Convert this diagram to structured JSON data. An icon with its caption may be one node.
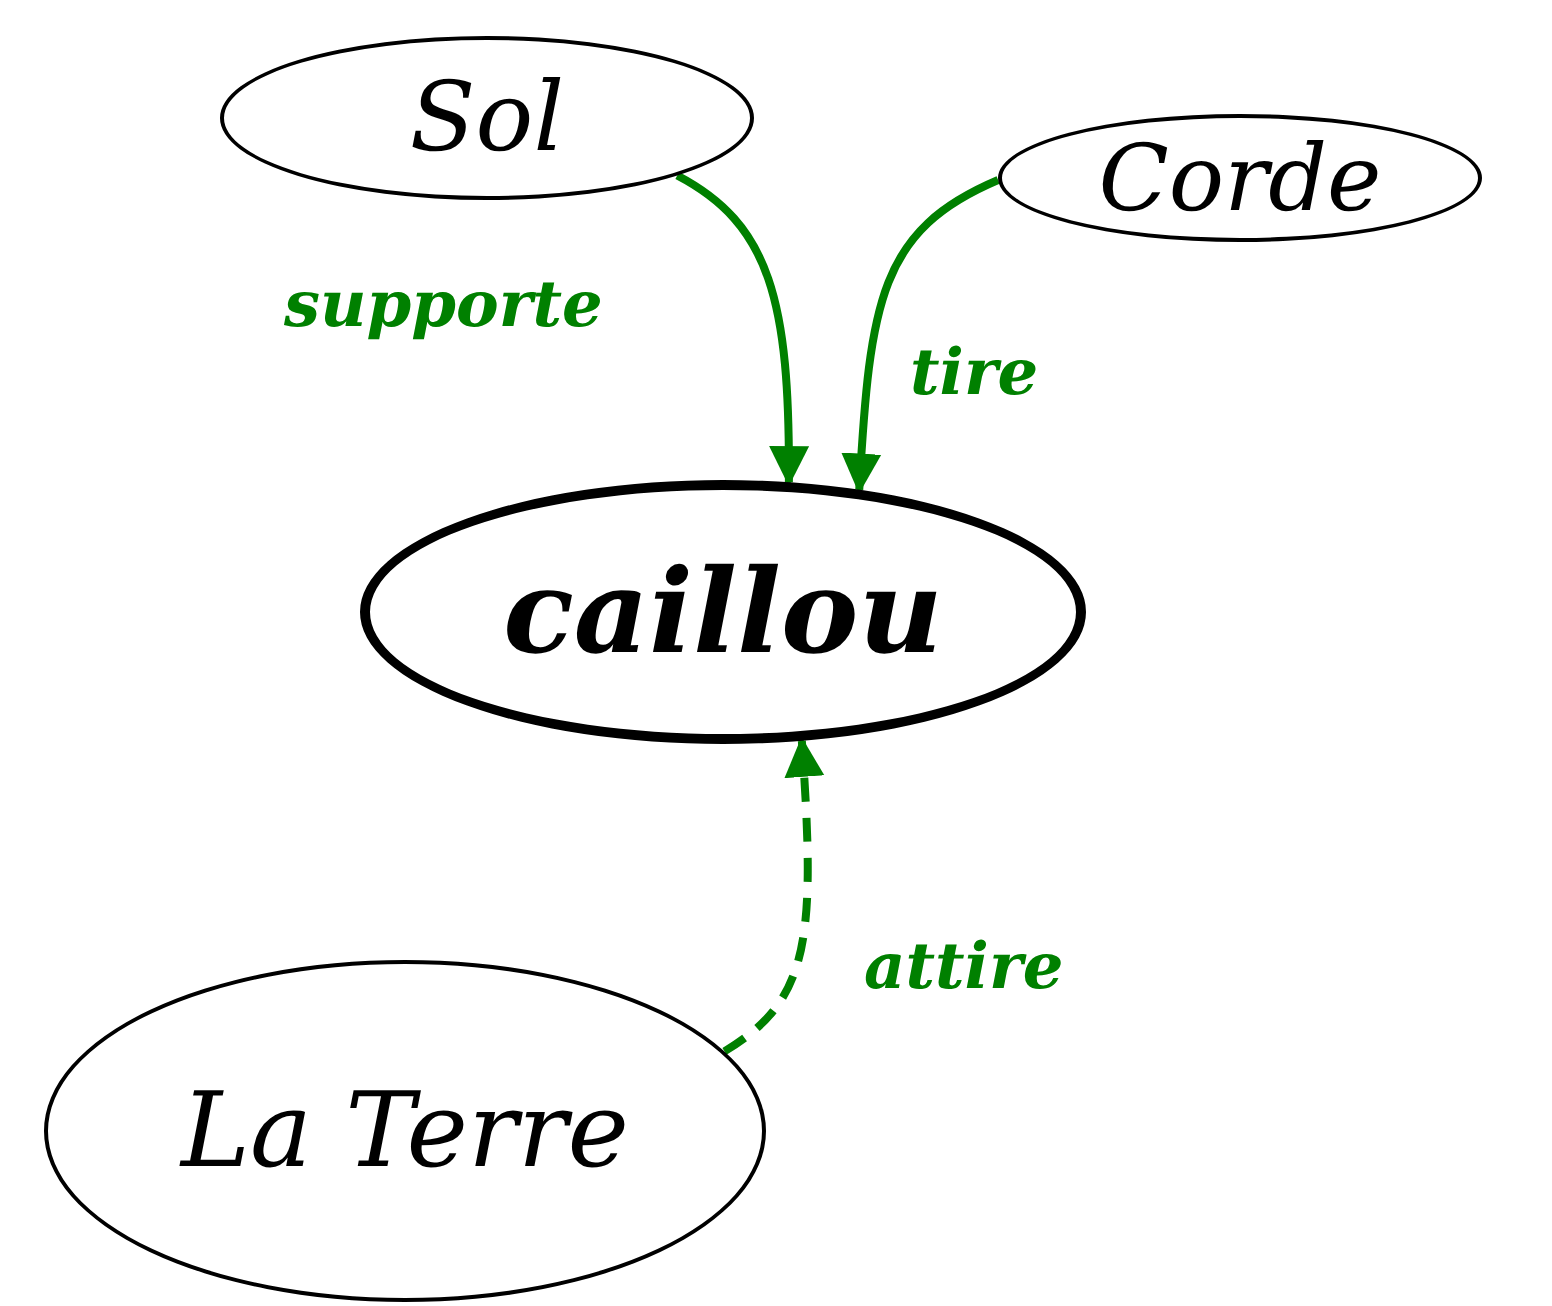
{
  "diagram": {
    "nodes": [
      {
        "text": [
          "Sol"
        ]
      },
      {
        "text": [
          "Corde"
        ]
      },
      {
        "text": [
          "caillou"
        ]
      },
      {
        "text": [
          "La Terre"
        ]
      }
    ],
    "edges": [
      {
        "from": 0,
        "to": 2,
        "arrow": "to",
        "label": "supporte"
      },
      {
        "from": 1,
        "to": 2,
        "arrow": "to",
        "label": "tire"
      },
      {
        "from": 3,
        "to": 2,
        "arrow": "to",
        "label": "attire",
        "style": "dashed"
      }
    ]
  }
}
